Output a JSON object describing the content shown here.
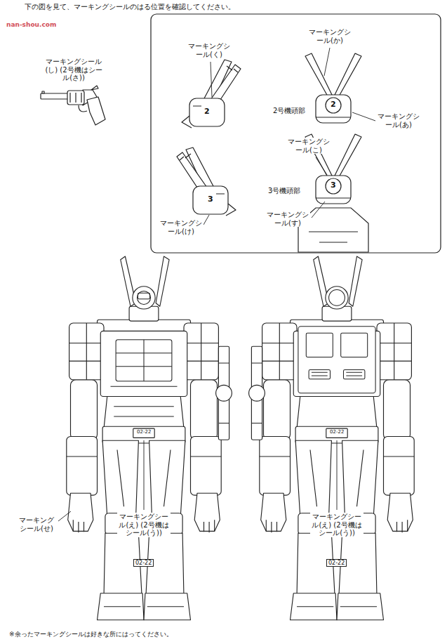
{
  "diagram": {
    "title": "下の図を見て、マーキングシールのはる位置を確認してください。",
    "labels": [
      "マーキングシール(し) (2号機はシール(さ))",
      "マーキングシール(く)",
      "2",
      "マーキングシール(か)",
      "2",
      "2号機頭部",
      "マーキングシール(あ)",
      "マーキングシール(こ)",
      "3",
      "3号機頭部",
      "3",
      "マーキングシール(す)",
      "マーキングシール(け)",
      "マーキングシール(せ)",
      "02-22",
      "マーキングシール(え) (2号機はシール(う))",
      "02-22",
      "02-22",
      "マーキングシール(え) (2号機はシール(う))",
      "02-22",
      "※余ったマーキングシールは好きな所にはってください。",
      "nan-shou.com"
    ]
  }
}
